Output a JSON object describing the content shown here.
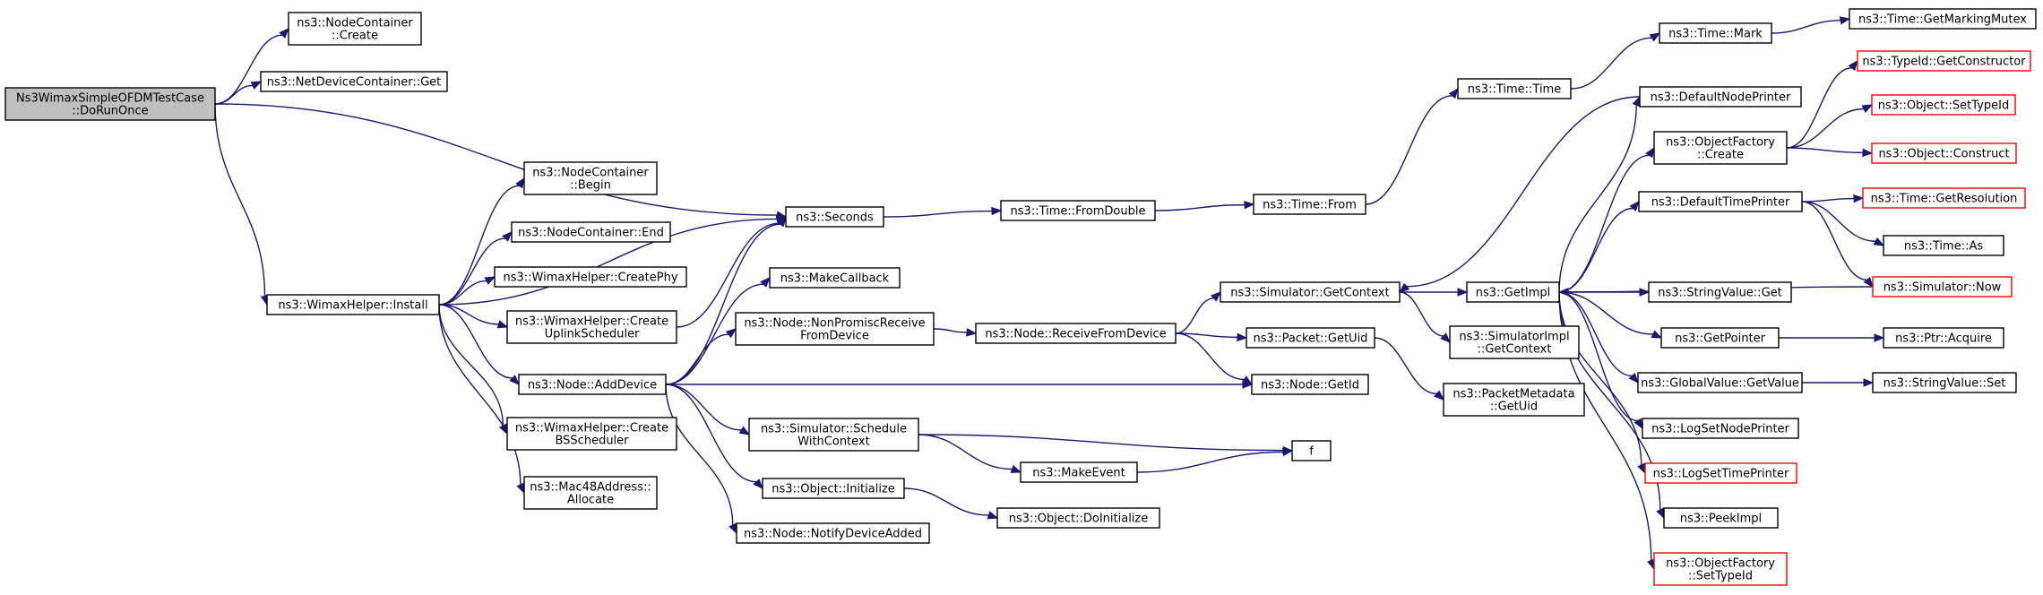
{
  "graph": {
    "nodes": [
      {
        "id": "root",
        "lines": [
          "Ns3WimaxSimpleOFDMTestCase",
          "::DoRunOnce"
        ],
        "style": "root"
      },
      {
        "id": "nc_create",
        "lines": [
          "ns3::NodeContainer",
          "::Create"
        ],
        "style": "normal"
      },
      {
        "id": "ndc_get",
        "lines": [
          "ns3::NetDeviceContainer::Get"
        ],
        "style": "normal"
      },
      {
        "id": "seconds",
        "lines": [
          "ns3::Seconds"
        ],
        "style": "normal"
      },
      {
        "id": "wh_install",
        "lines": [
          "ns3::WimaxHelper::Install"
        ],
        "style": "normal"
      },
      {
        "id": "nc_begin",
        "lines": [
          "ns3::NodeContainer",
          "::Begin"
        ],
        "style": "normal"
      },
      {
        "id": "nc_end",
        "lines": [
          "ns3::NodeContainer::End"
        ],
        "style": "normal"
      },
      {
        "id": "wh_createphy",
        "lines": [
          "ns3::WimaxHelper::CreatePhy"
        ],
        "style": "normal"
      },
      {
        "id": "wh_ulsched",
        "lines": [
          "ns3::WimaxHelper::Create",
          "UplinkScheduler"
        ],
        "style": "normal"
      },
      {
        "id": "node_adddevice",
        "lines": [
          "ns3::Node::AddDevice"
        ],
        "style": "normal"
      },
      {
        "id": "wh_bssched",
        "lines": [
          "ns3::WimaxHelper::Create",
          "BSScheduler"
        ],
        "style": "normal"
      },
      {
        "id": "mac48_alloc",
        "lines": [
          "ns3::Mac48Address::",
          "Allocate"
        ],
        "style": "normal"
      },
      {
        "id": "time_fromdouble",
        "lines": [
          "ns3::Time::FromDouble"
        ],
        "style": "normal"
      },
      {
        "id": "time_from",
        "lines": [
          "ns3::Time::From"
        ],
        "style": "normal"
      },
      {
        "id": "time_time",
        "lines": [
          "ns3::Time::Time"
        ],
        "style": "normal"
      },
      {
        "id": "time_mark",
        "lines": [
          "ns3::Time::Mark"
        ],
        "style": "normal"
      },
      {
        "id": "time_getmarkingmutex",
        "lines": [
          "ns3::Time::GetMarkingMutex"
        ],
        "style": "normal"
      },
      {
        "id": "makecallback",
        "lines": [
          "ns3::MakeCallback"
        ],
        "style": "normal"
      },
      {
        "id": "node_nonpromisc",
        "lines": [
          "ns3::Node::NonPromiscReceive",
          "FromDevice"
        ],
        "style": "normal"
      },
      {
        "id": "node_receivefromdevice",
        "lines": [
          "ns3::Node::ReceiveFromDevice"
        ],
        "style": "normal"
      },
      {
        "id": "sim_getcontext",
        "lines": [
          "ns3::Simulator::GetContext"
        ],
        "style": "normal"
      },
      {
        "id": "packet_getuid",
        "lines": [
          "ns3::Packet::GetUid"
        ],
        "style": "normal"
      },
      {
        "id": "node_getid",
        "lines": [
          "ns3::Node::GetId"
        ],
        "style": "normal"
      },
      {
        "id": "sim_schedulewithcontext",
        "lines": [
          "ns3::Simulator::Schedule",
          "WithContext"
        ],
        "style": "normal"
      },
      {
        "id": "object_initialize",
        "lines": [
          "ns3::Object::Initialize"
        ],
        "style": "normal"
      },
      {
        "id": "node_notifydeviceadded",
        "lines": [
          "ns3::Node::NotifyDeviceAdded"
        ],
        "style": "normal"
      },
      {
        "id": "makeevent",
        "lines": [
          "ns3::MakeEvent"
        ],
        "style": "normal"
      },
      {
        "id": "f",
        "lines": [
          "f"
        ],
        "style": "normal"
      },
      {
        "id": "object_doinitialize",
        "lines": [
          "ns3::Object::DoInitialize"
        ],
        "style": "normal"
      },
      {
        "id": "getimpl",
        "lines": [
          "ns3::GetImpl"
        ],
        "style": "normal"
      },
      {
        "id": "simimpl_getcontext",
        "lines": [
          "ns3::SimulatorImpl",
          "::GetContext"
        ],
        "style": "normal"
      },
      {
        "id": "packetmetadata_getuid",
        "lines": [
          "ns3::PacketMetadata",
          "::GetUid"
        ],
        "style": "normal"
      },
      {
        "id": "defaultnodeprinter",
        "lines": [
          "ns3::DefaultNodePrinter"
        ],
        "style": "normal"
      },
      {
        "id": "objectfactory_create",
        "lines": [
          "ns3::ObjectFactory",
          "::Create"
        ],
        "style": "normal"
      },
      {
        "id": "defaulttimeprinter",
        "lines": [
          "ns3::DefaultTimePrinter"
        ],
        "style": "normal"
      },
      {
        "id": "stringvalue_get",
        "lines": [
          "ns3::StringValue::Get"
        ],
        "style": "normal"
      },
      {
        "id": "getpointer",
        "lines": [
          "ns3::GetPointer"
        ],
        "style": "normal"
      },
      {
        "id": "globalvalue_getvalue",
        "lines": [
          "ns3::GlobalValue::GetValue"
        ],
        "style": "normal"
      },
      {
        "id": "logsetnodeprinter",
        "lines": [
          "ns3::LogSetNodePrinter"
        ],
        "style": "normal"
      },
      {
        "id": "logsettimeprinter",
        "lines": [
          "ns3::LogSetTimePrinter"
        ],
        "style": "red"
      },
      {
        "id": "peekimpl",
        "lines": [
          "ns3::PeekImpl"
        ],
        "style": "normal"
      },
      {
        "id": "objectfactory_settypeid",
        "lines": [
          "ns3::ObjectFactory",
          "::SetTypeId"
        ],
        "style": "red"
      },
      {
        "id": "typeid_getconstructor",
        "lines": [
          "ns3::TypeId::GetConstructor"
        ],
        "style": "red"
      },
      {
        "id": "object_settypeid",
        "lines": [
          "ns3::Object::SetTypeId"
        ],
        "style": "red"
      },
      {
        "id": "object_construct",
        "lines": [
          "ns3::Object::Construct"
        ],
        "style": "red"
      },
      {
        "id": "time_getresolution",
        "lines": [
          "ns3::Time::GetResolution"
        ],
        "style": "red"
      },
      {
        "id": "time_as",
        "lines": [
          "ns3::Time::As"
        ],
        "style": "normal"
      },
      {
        "id": "simulator_now",
        "lines": [
          "ns3::Simulator::Now"
        ],
        "style": "red"
      },
      {
        "id": "ptr_acquire",
        "lines": [
          "ns3::Ptr::Acquire"
        ],
        "style": "normal"
      },
      {
        "id": "stringvalue_set",
        "lines": [
          "ns3::StringValue::Set"
        ],
        "style": "normal"
      }
    ],
    "edges": [
      [
        "root",
        "nc_create"
      ],
      [
        "root",
        "ndc_get"
      ],
      [
        "root",
        "seconds"
      ],
      [
        "root",
        "wh_install"
      ],
      [
        "wh_install",
        "nc_begin"
      ],
      [
        "wh_install",
        "nc_end"
      ],
      [
        "wh_install",
        "wh_createphy"
      ],
      [
        "wh_install",
        "wh_ulsched"
      ],
      [
        "wh_install",
        "node_adddevice"
      ],
      [
        "wh_install",
        "wh_bssched"
      ],
      [
        "wh_install",
        "mac48_alloc"
      ],
      [
        "wh_install",
        "seconds"
      ],
      [
        "wh_ulsched",
        "seconds"
      ],
      [
        "node_adddevice",
        "seconds"
      ],
      [
        "node_adddevice",
        "makecallback"
      ],
      [
        "node_adddevice",
        "node_nonpromisc"
      ],
      [
        "node_adddevice",
        "node_getid"
      ],
      [
        "node_adddevice",
        "sim_schedulewithcontext"
      ],
      [
        "node_adddevice",
        "object_initialize"
      ],
      [
        "node_adddevice",
        "node_notifydeviceadded"
      ],
      [
        "seconds",
        "time_fromdouble"
      ],
      [
        "time_fromdouble",
        "time_from"
      ],
      [
        "time_from",
        "time_time"
      ],
      [
        "time_time",
        "time_mark"
      ],
      [
        "time_mark",
        "time_getmarkingmutex"
      ],
      [
        "node_nonpromisc",
        "node_receivefromdevice"
      ],
      [
        "node_receivefromdevice",
        "sim_getcontext"
      ],
      [
        "node_receivefromdevice",
        "packet_getuid"
      ],
      [
        "node_receivefromdevice",
        "node_getid"
      ],
      [
        "sim_schedulewithcontext",
        "f"
      ],
      [
        "sim_schedulewithcontext",
        "makeevent"
      ],
      [
        "makeevent",
        "f"
      ],
      [
        "object_initialize",
        "object_doinitialize"
      ],
      [
        "sim_getcontext",
        "getimpl"
      ],
      [
        "sim_getcontext",
        "simimpl_getcontext"
      ],
      [
        "packet_getuid",
        "packetmetadata_getuid"
      ],
      [
        "getimpl",
        "defaultnodeprinter"
      ],
      [
        "getimpl",
        "objectfactory_create"
      ],
      [
        "getimpl",
        "defaulttimeprinter"
      ],
      [
        "getimpl",
        "stringvalue_get"
      ],
      [
        "getimpl",
        "getpointer"
      ],
      [
        "getimpl",
        "globalvalue_getvalue"
      ],
      [
        "getimpl",
        "logsetnodeprinter"
      ],
      [
        "getimpl",
        "logsettimeprinter"
      ],
      [
        "getimpl",
        "peekimpl"
      ],
      [
        "getimpl",
        "objectfactory_settypeid"
      ],
      [
        "defaultnodeprinter",
        "sim_getcontext"
      ],
      [
        "objectfactory_create",
        "typeid_getconstructor"
      ],
      [
        "objectfactory_create",
        "object_settypeid"
      ],
      [
        "objectfactory_create",
        "object_construct"
      ],
      [
        "defaulttimeprinter",
        "time_getresolution"
      ],
      [
        "defaulttimeprinter",
        "time_as"
      ],
      [
        "defaulttimeprinter",
        "simulator_now"
      ],
      [
        "simulator_now",
        "getimpl"
      ],
      [
        "getpointer",
        "ptr_acquire"
      ],
      [
        "globalvalue_getvalue",
        "stringvalue_set"
      ]
    ]
  }
}
